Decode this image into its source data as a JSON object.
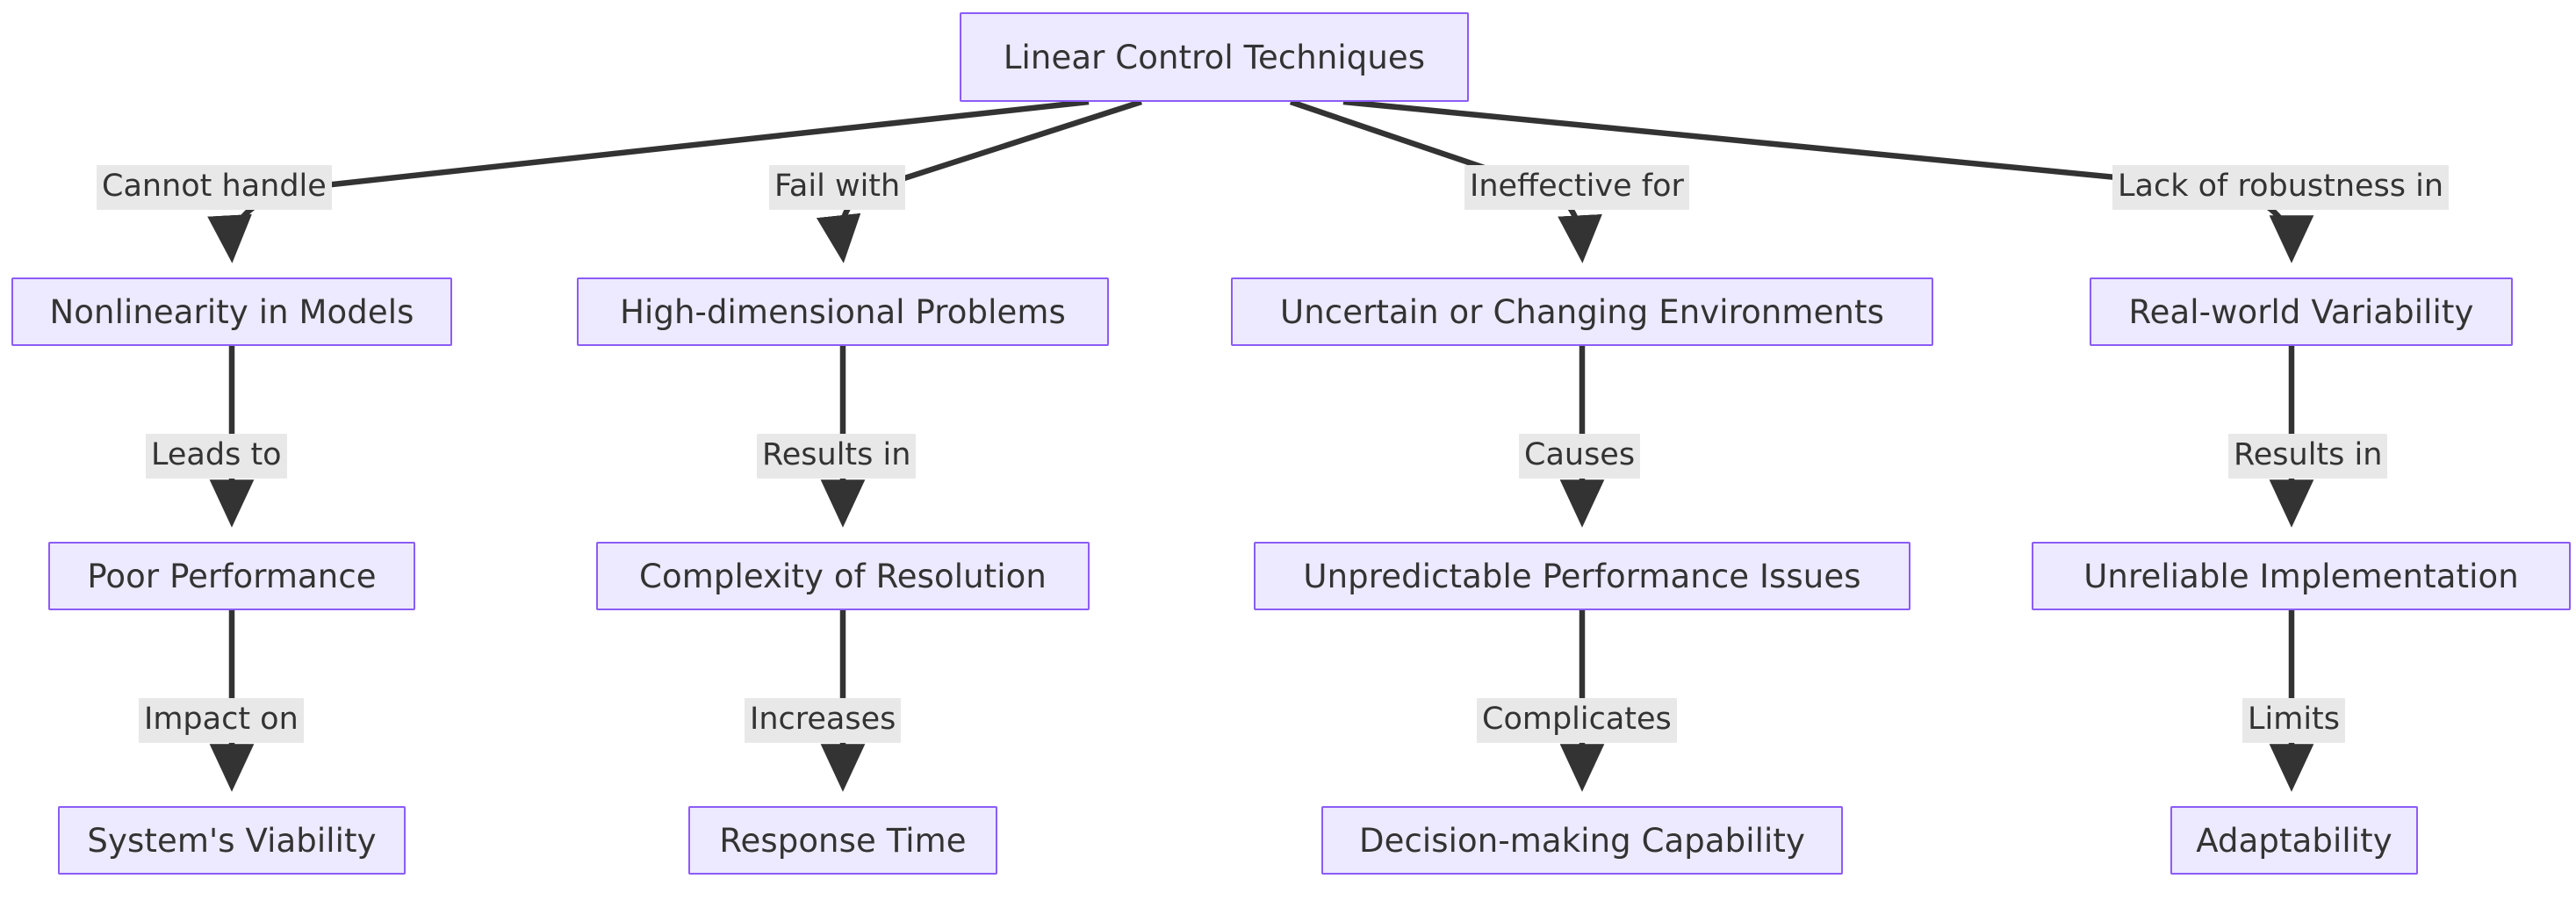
{
  "diagram": {
    "title": "Linear Control Techniques",
    "type": "flowchart",
    "direction": "top-down",
    "theme": {
      "node_fill": "#ede9fe",
      "node_border": "#8b5cf6",
      "node_text": "#333333",
      "edge_color": "#333333",
      "edge_label_background": "#e8e8e8",
      "canvas_background": "#ffffff"
    },
    "root": {
      "id": "root",
      "label": "Linear Control Techniques"
    },
    "branches": [
      {
        "id": "branch-1",
        "root_edge_label": "Cannot handle",
        "nodes": [
          {
            "id": "n1-1",
            "label": "Nonlinearity in Models"
          },
          {
            "id": "n1-2",
            "label": "Poor Performance"
          },
          {
            "id": "n1-3",
            "label": "System's Viability"
          }
        ],
        "edge_labels": [
          "Leads to",
          "Impact on"
        ]
      },
      {
        "id": "branch-2",
        "root_edge_label": "Fail with",
        "nodes": [
          {
            "id": "n2-1",
            "label": "High-dimensional Problems"
          },
          {
            "id": "n2-2",
            "label": "Complexity of Resolution"
          },
          {
            "id": "n2-3",
            "label": "Response Time"
          }
        ],
        "edge_labels": [
          "Results in",
          "Increases"
        ]
      },
      {
        "id": "branch-3",
        "root_edge_label": "Ineffective for",
        "nodes": [
          {
            "id": "n3-1",
            "label": "Uncertain or Changing Environments"
          },
          {
            "id": "n3-2",
            "label": "Unpredictable Performance Issues"
          },
          {
            "id": "n3-3",
            "label": "Decision-making Capability"
          }
        ],
        "edge_labels": [
          "Causes",
          "Complicates"
        ]
      },
      {
        "id": "branch-4",
        "root_edge_label": "Lack of robustness in",
        "nodes": [
          {
            "id": "n4-1",
            "label": "Real-world Variability"
          },
          {
            "id": "n4-2",
            "label": "Unreliable Implementation"
          },
          {
            "id": "n4-3",
            "label": "Adaptability"
          }
        ],
        "edge_labels": [
          "Results in",
          "Limits"
        ]
      }
    ]
  }
}
